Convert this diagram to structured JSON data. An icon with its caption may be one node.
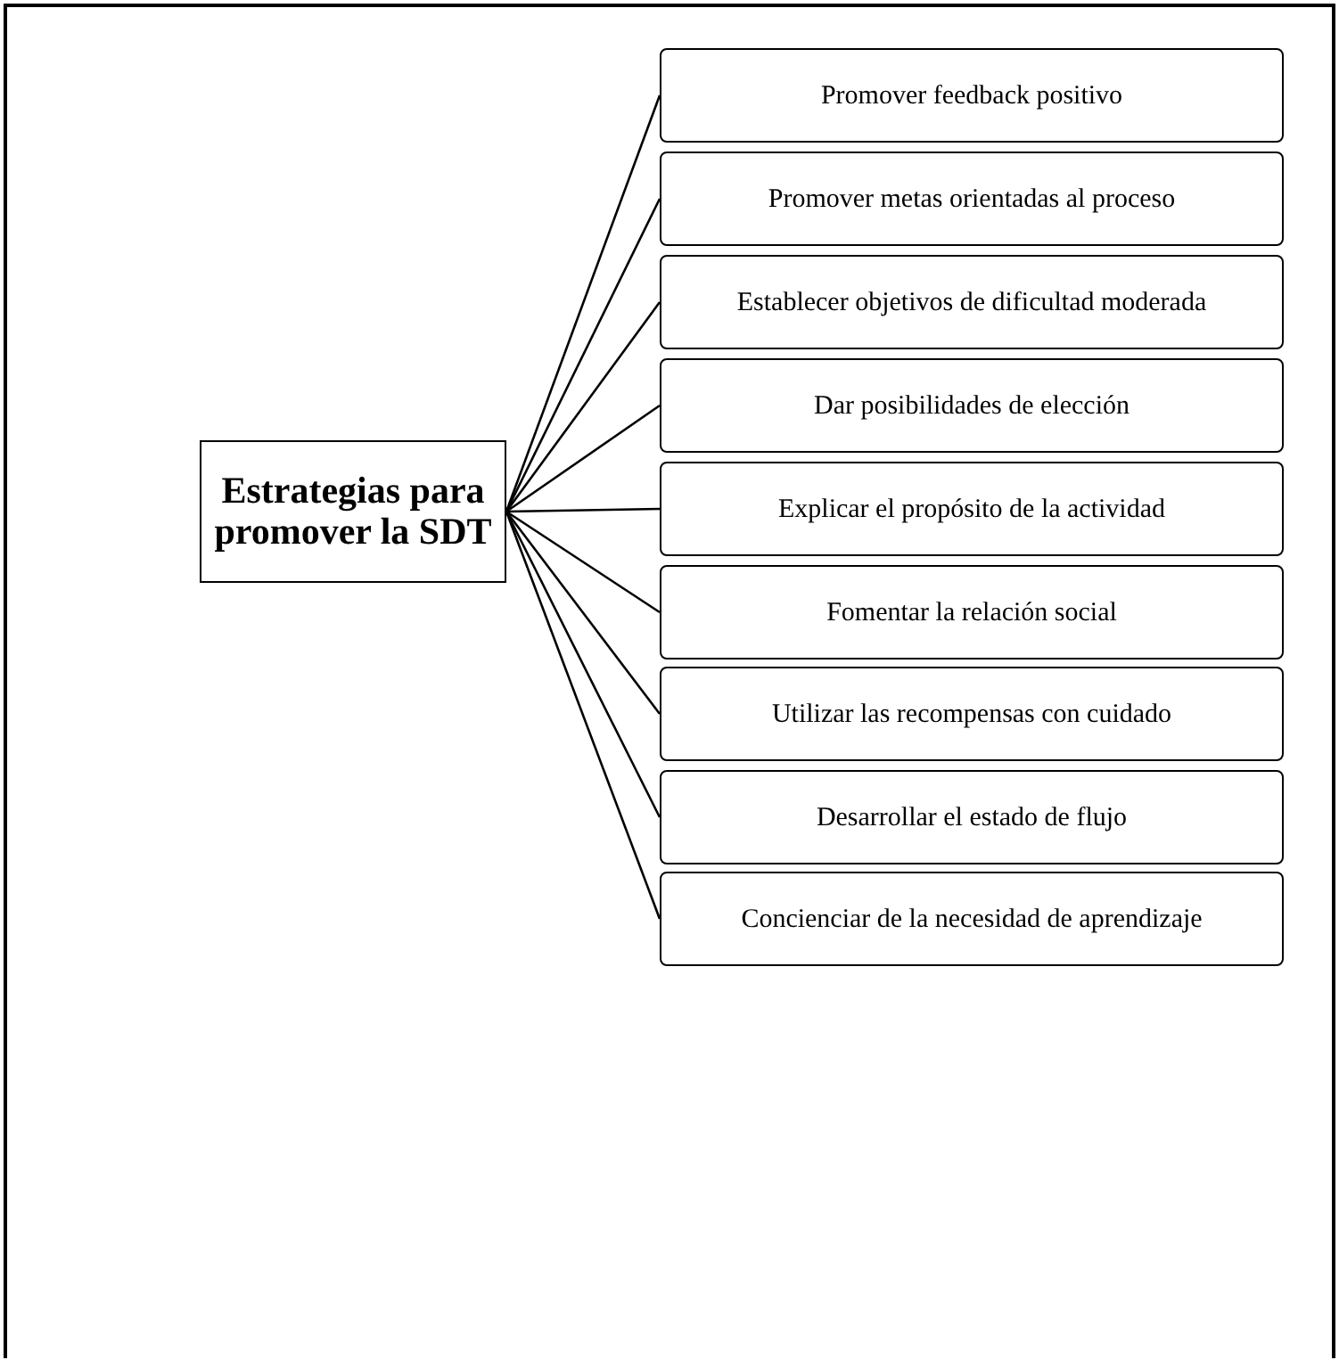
{
  "diagram": {
    "nodes": [
      {
        "text": [
          "Estrategias para promover la SDT"
        ]
      },
      {
        "text": [
          "Promover feedback positivo"
        ]
      },
      {
        "text": [
          "Promover metas orientadas al proceso"
        ]
      },
      {
        "text": [
          "Establecer objetivos de dificultad moderada"
        ]
      },
      {
        "text": [
          "Dar posibilidades de elección"
        ]
      },
      {
        "text": [
          "Explicar el propósito de la actividad"
        ]
      },
      {
        "text": [
          "Fomentar la relación social"
        ]
      },
      {
        "text": [
          "Utilizar las recompensas con cuidado"
        ]
      },
      {
        "text": [
          "Desarrollar el estado de flujo"
        ]
      },
      {
        "text": [
          "Concienciar de la necesidad de aprendizaje"
        ]
      }
    ],
    "edges": [
      {
        "from": 0,
        "to": 1,
        "arrow": "none"
      },
      {
        "from": 0,
        "to": 2,
        "arrow": "none"
      },
      {
        "from": 0,
        "to": 3,
        "arrow": "none"
      },
      {
        "from": 0,
        "to": 4,
        "arrow": "none"
      },
      {
        "from": 0,
        "to": 5,
        "arrow": "none"
      },
      {
        "from": 0,
        "to": 6,
        "arrow": "none"
      },
      {
        "from": 0,
        "to": 7,
        "arrow": "none"
      },
      {
        "from": 0,
        "to": 8,
        "arrow": "none"
      },
      {
        "from": 0,
        "to": 9,
        "arrow": "none"
      }
    ]
  }
}
